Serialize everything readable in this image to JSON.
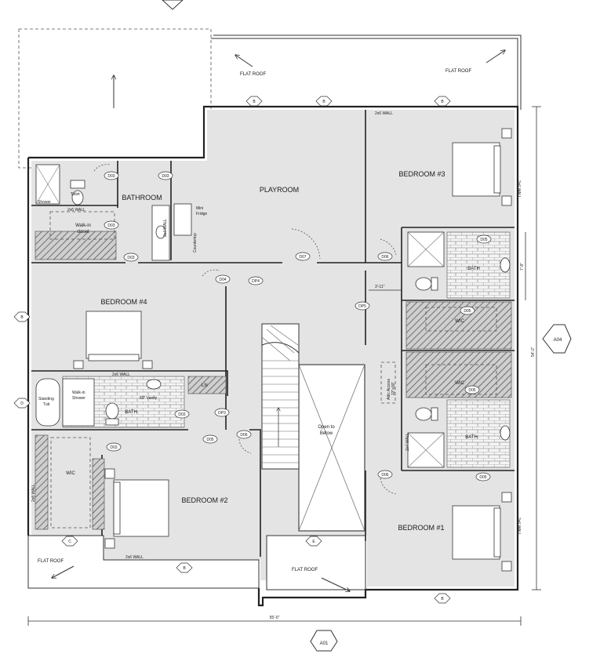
{
  "rooms": {
    "playroom": "PLAYROOM",
    "bedroom3": "BEDROOM #3",
    "bedroom4": "BEDROOM #4",
    "bedroom2": "BEDROOM #2",
    "bedroom1": "BEDROOM #1",
    "bathroom": "BATHROOM",
    "bath_b4": "BATH",
    "bath_b3": "BATH",
    "bath_b1": "BATH",
    "wic_b3": "WIC",
    "wic_b1": "WIC",
    "wic_b2": "WIC",
    "walkin_closet": [
      "Walk-in",
      "closet"
    ],
    "linen": "LN",
    "open_to_below": [
      "Open to",
      "Below"
    ],
    "attic_access": [
      "Attic Access",
      "22\"x30\""
    ],
    "flat_roof": "FLAT ROOF"
  },
  "fixtures": {
    "shower": "Shower",
    "toilet": "Toilet",
    "mini_fridge": [
      "Mini",
      "Fridge"
    ],
    "countertop": "Countertop",
    "vanity": "60\" Vanity",
    "standing_tub": [
      "Standing",
      "Tub"
    ],
    "walkin_shower": [
      "Walk-in",
      "Shower"
    ]
  },
  "wall_notes": {
    "w2x6": "2x6 WALL",
    "w2x4": "2x4 WALL",
    "w2x8": "2x8 WALL"
  },
  "door_tags": [
    "D03",
    "D03",
    "D03",
    "D03",
    "D04",
    "D05",
    "D05",
    "D05",
    "D05",
    "D05",
    "D06",
    "D06",
    "D06",
    "D07",
    "DP3",
    "DP4",
    "DP5"
  ],
  "grid_marks": [
    "B",
    "B",
    "B",
    "B",
    "B",
    "B",
    "C",
    "D",
    "E"
  ],
  "section_marks": [
    "A04",
    "A01"
  ],
  "dimensions": {
    "overall_width": "55'-0\"",
    "overall_depth": "54'-2\"",
    "hall_width": "3'-11\"",
    "bath_depth": "7'-8\""
  }
}
